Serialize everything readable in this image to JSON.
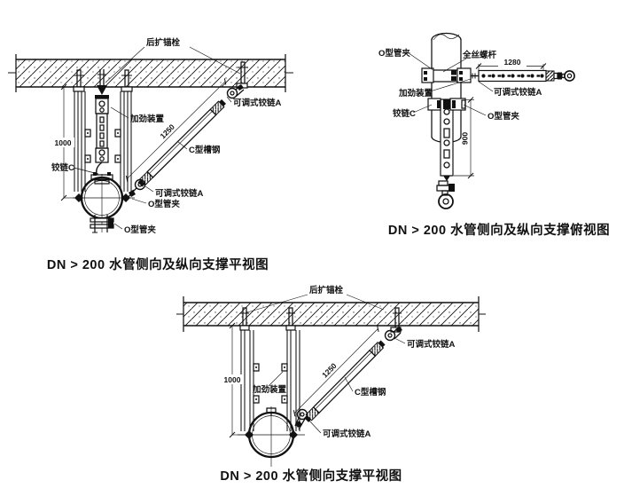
{
  "views": {
    "side_long": {
      "caption": "DN > 200  水管侧向及纵向支撑平视图",
      "labels": {
        "rear_anchor": "后扩锚栓",
        "stiffener": "加劲装置",
        "c_channel": "C型槽钢",
        "adj_hinge_a_top": "可调式铰链A",
        "adj_hinge_a_bottom": "可调式铰链A",
        "hinge_c": "铰链C",
        "o_clamp_side": "O型管夹",
        "o_clamp_bottom": "O型管夹",
        "dim_drop": "1000",
        "dim_brace": "1250"
      }
    },
    "plan_view": {
      "caption": "DN > 200  水管侧向及纵向支撑俯视图",
      "labels": {
        "o_clamp": "O型管夹",
        "full_thread_rod": "全丝螺杆",
        "stiffener": "加劲装置",
        "adj_hinge_a": "可调式铰链A",
        "hinge_c": "铰链C",
        "o_clamp_right": "O型管夹",
        "dim_rod": "1280",
        "dim_drop": "900"
      }
    },
    "side": {
      "caption": "DN > 200 水管侧向支撑平视图",
      "labels": {
        "rear_anchor": "后扩锚栓",
        "stiffener": "加劲装置",
        "c_channel": "C型槽钢",
        "adj_hinge_a_top": "可调式铰链A",
        "adj_hinge_a_bottom": "可调式铰链A",
        "dim_drop": "1000",
        "dim_brace": "1250"
      }
    }
  }
}
